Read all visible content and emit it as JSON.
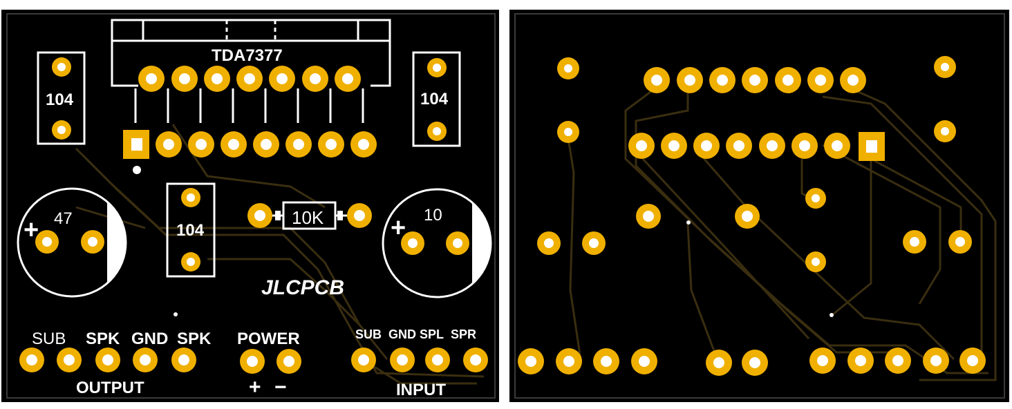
{
  "colors": {
    "board": "#000000",
    "silkscreen": "#ffffff",
    "pad": "#f0b000",
    "trace": "#3a2e10"
  },
  "top": {
    "ic_label": "TDA7377",
    "cap_left_label": "104",
    "cap_right_label": "104",
    "cap_mid_label": "104",
    "resistor_label": "10K",
    "elec_left_label": "47",
    "elec_right_label": "10",
    "plus_sign": "+",
    "logo_text": "JLCPCB",
    "output_pin_labels": [
      "SUB",
      "SPK",
      "GND",
      "SPK"
    ],
    "output_title": "OUTPUT",
    "power_title": "POWER",
    "power_plus": "+",
    "power_minus": "−",
    "input_pin_labels": [
      "SUB",
      "GND",
      "SPL",
      "SPR"
    ],
    "input_title": "INPUT"
  },
  "bottom": {}
}
